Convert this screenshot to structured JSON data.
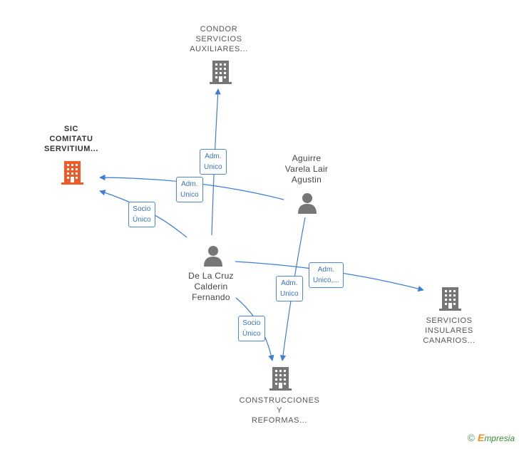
{
  "colors": {
    "edge": "#3b7dd8",
    "building": "#767676",
    "building_main": "#f05a28",
    "person": "#767676"
  },
  "nodes": {
    "sic": {
      "label": "SIC\nCOMITATU\nSERVITIUM...",
      "icon": "building-icon"
    },
    "condor": {
      "label": "CONDOR\nSERVICIOS\nAUXILIARES...",
      "icon": "building-icon"
    },
    "aguirre": {
      "label": "Aguirre\nVarela Lair\nAgustin",
      "icon": "person-icon"
    },
    "delacruz": {
      "label": "De La Cruz\nCalderin\nFernando",
      "icon": "person-icon"
    },
    "servicios": {
      "label": "SERVICIOS\nINSULARES\nCANARIOS...",
      "icon": "building-icon"
    },
    "construcciones": {
      "label": "CONSTRUCCIONES\nY\nREFORMAS...",
      "icon": "building-icon"
    }
  },
  "edges": {
    "e1": {
      "label": "Adm.\nUnico"
    },
    "e2": {
      "label": "Adm.\nUnico"
    },
    "e3": {
      "label": "Socio\nÚnico"
    },
    "e4": {
      "label": "Adm.\nUnico,..."
    },
    "e5": {
      "label": "Adm.\nUnico"
    },
    "e6": {
      "label": "Socio\nÚnico"
    }
  },
  "watermark": {
    "symbol": "©",
    "brand_initial": "E",
    "brand_rest": "mpresia"
  }
}
